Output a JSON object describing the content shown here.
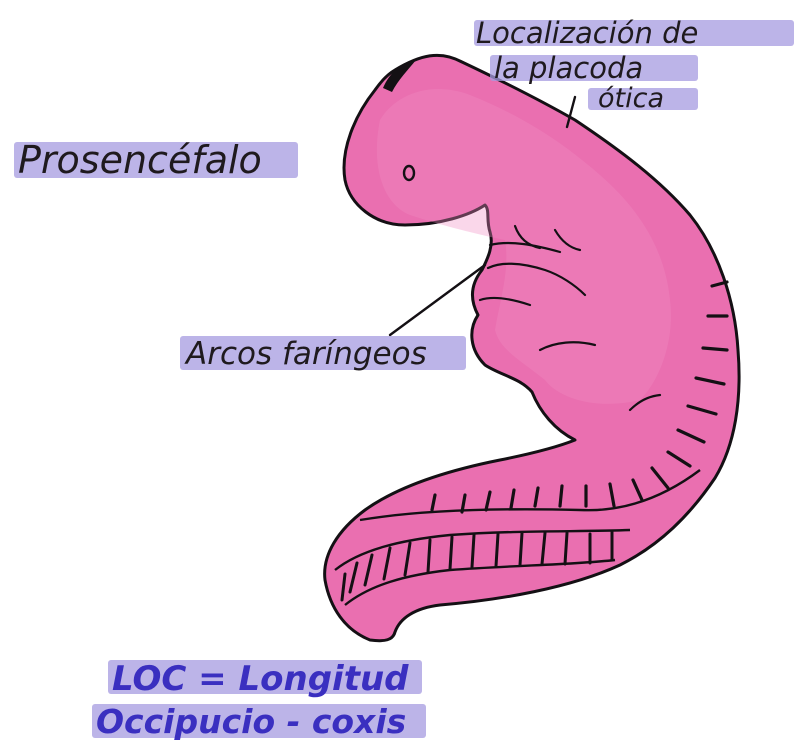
{
  "colors": {
    "embryo_fill": "#ea6fb0",
    "embryo_fill_light": "#f08bc2",
    "outline": "#141014",
    "highlight": "#a69be0",
    "ink": "#1f1a1e",
    "loc_ink": "#3a2fc0"
  },
  "labels": {
    "otic_placode_line1": "Localización de",
    "otic_placode_line2": "la placoda",
    "otic_placode_line3": "ótica",
    "prosencephalon": "Prosencéfalo",
    "pharyngeal_arches": "Arcos faríngeos",
    "crl_line1": "LOC = Longitud",
    "crl_line2": "Occipucio - coxis"
  }
}
